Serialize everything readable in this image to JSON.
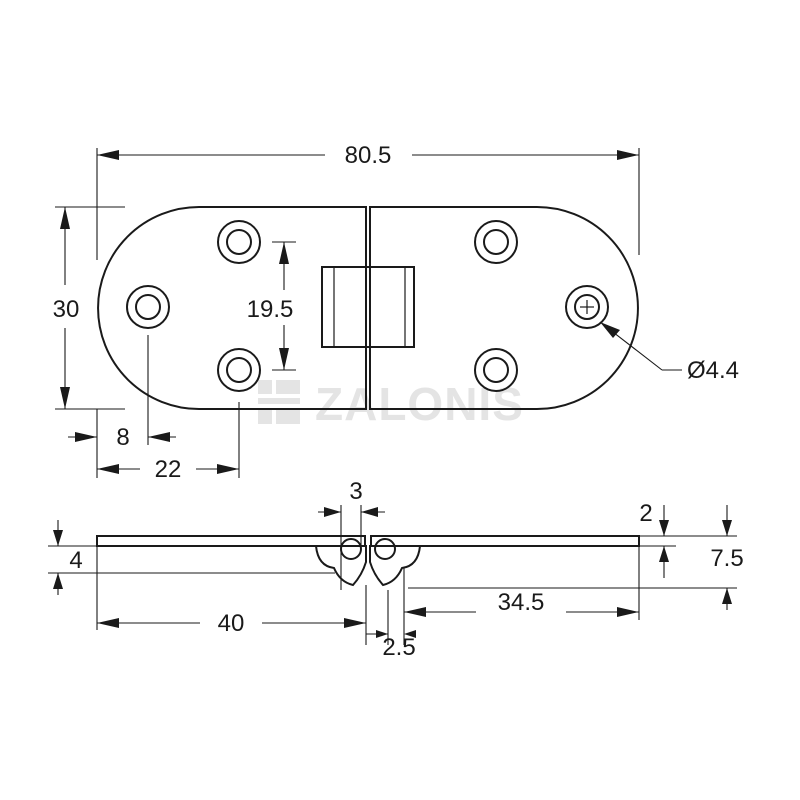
{
  "watermark": {
    "text": "ZALONIS"
  },
  "top_view": {
    "overall_length": "80.5",
    "height": "30",
    "hole_spacing_vertical": "19.5",
    "hole_diameter": "Ø4.4",
    "edge_to_hole": "8",
    "edge_to_hole_pair": "22"
  },
  "side_view": {
    "knuckle_width": "3",
    "plate_thickness_right": "2",
    "plate_thickness_left": "4",
    "overall_height": "7.5",
    "left_leaf_length": "40",
    "right_leaf_length": "34.5",
    "gap": "2.5"
  }
}
